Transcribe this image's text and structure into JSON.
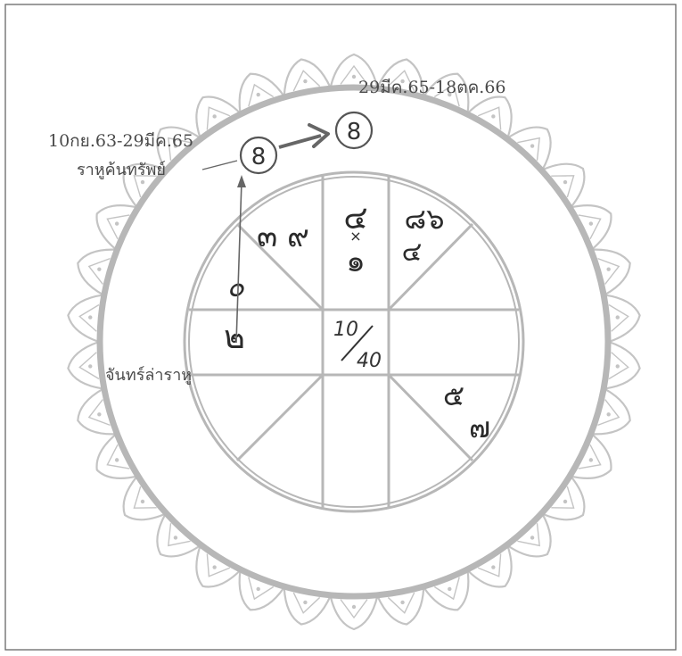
{
  "labels": {
    "period_top_right": "29มีค.65-18ตค.66",
    "period_left": "10กย.63-29มีค.65",
    "rahu_treasure": "ราหูค้นทรัพย์",
    "moon_rahu": "จันทร์ล่าราหู"
  },
  "markers": {
    "rahu_old": "8",
    "rahu_new": "8"
  },
  "houses": {
    "upper_left": "๓ ๙",
    "top_center_upper": "๔",
    "top_center_lower": "๑",
    "upper_right_upper": "๘๖",
    "upper_right_lower": "๔",
    "left_upper": "๐",
    "left_lower": "๒",
    "center_top": "10",
    "center_bottom": "40",
    "lower_right_upper": "๕",
    "lower_right_lower": "๗"
  },
  "colors": {
    "line": "#b7b7b7",
    "text": "#4a4a4a",
    "frame": "#666666"
  }
}
